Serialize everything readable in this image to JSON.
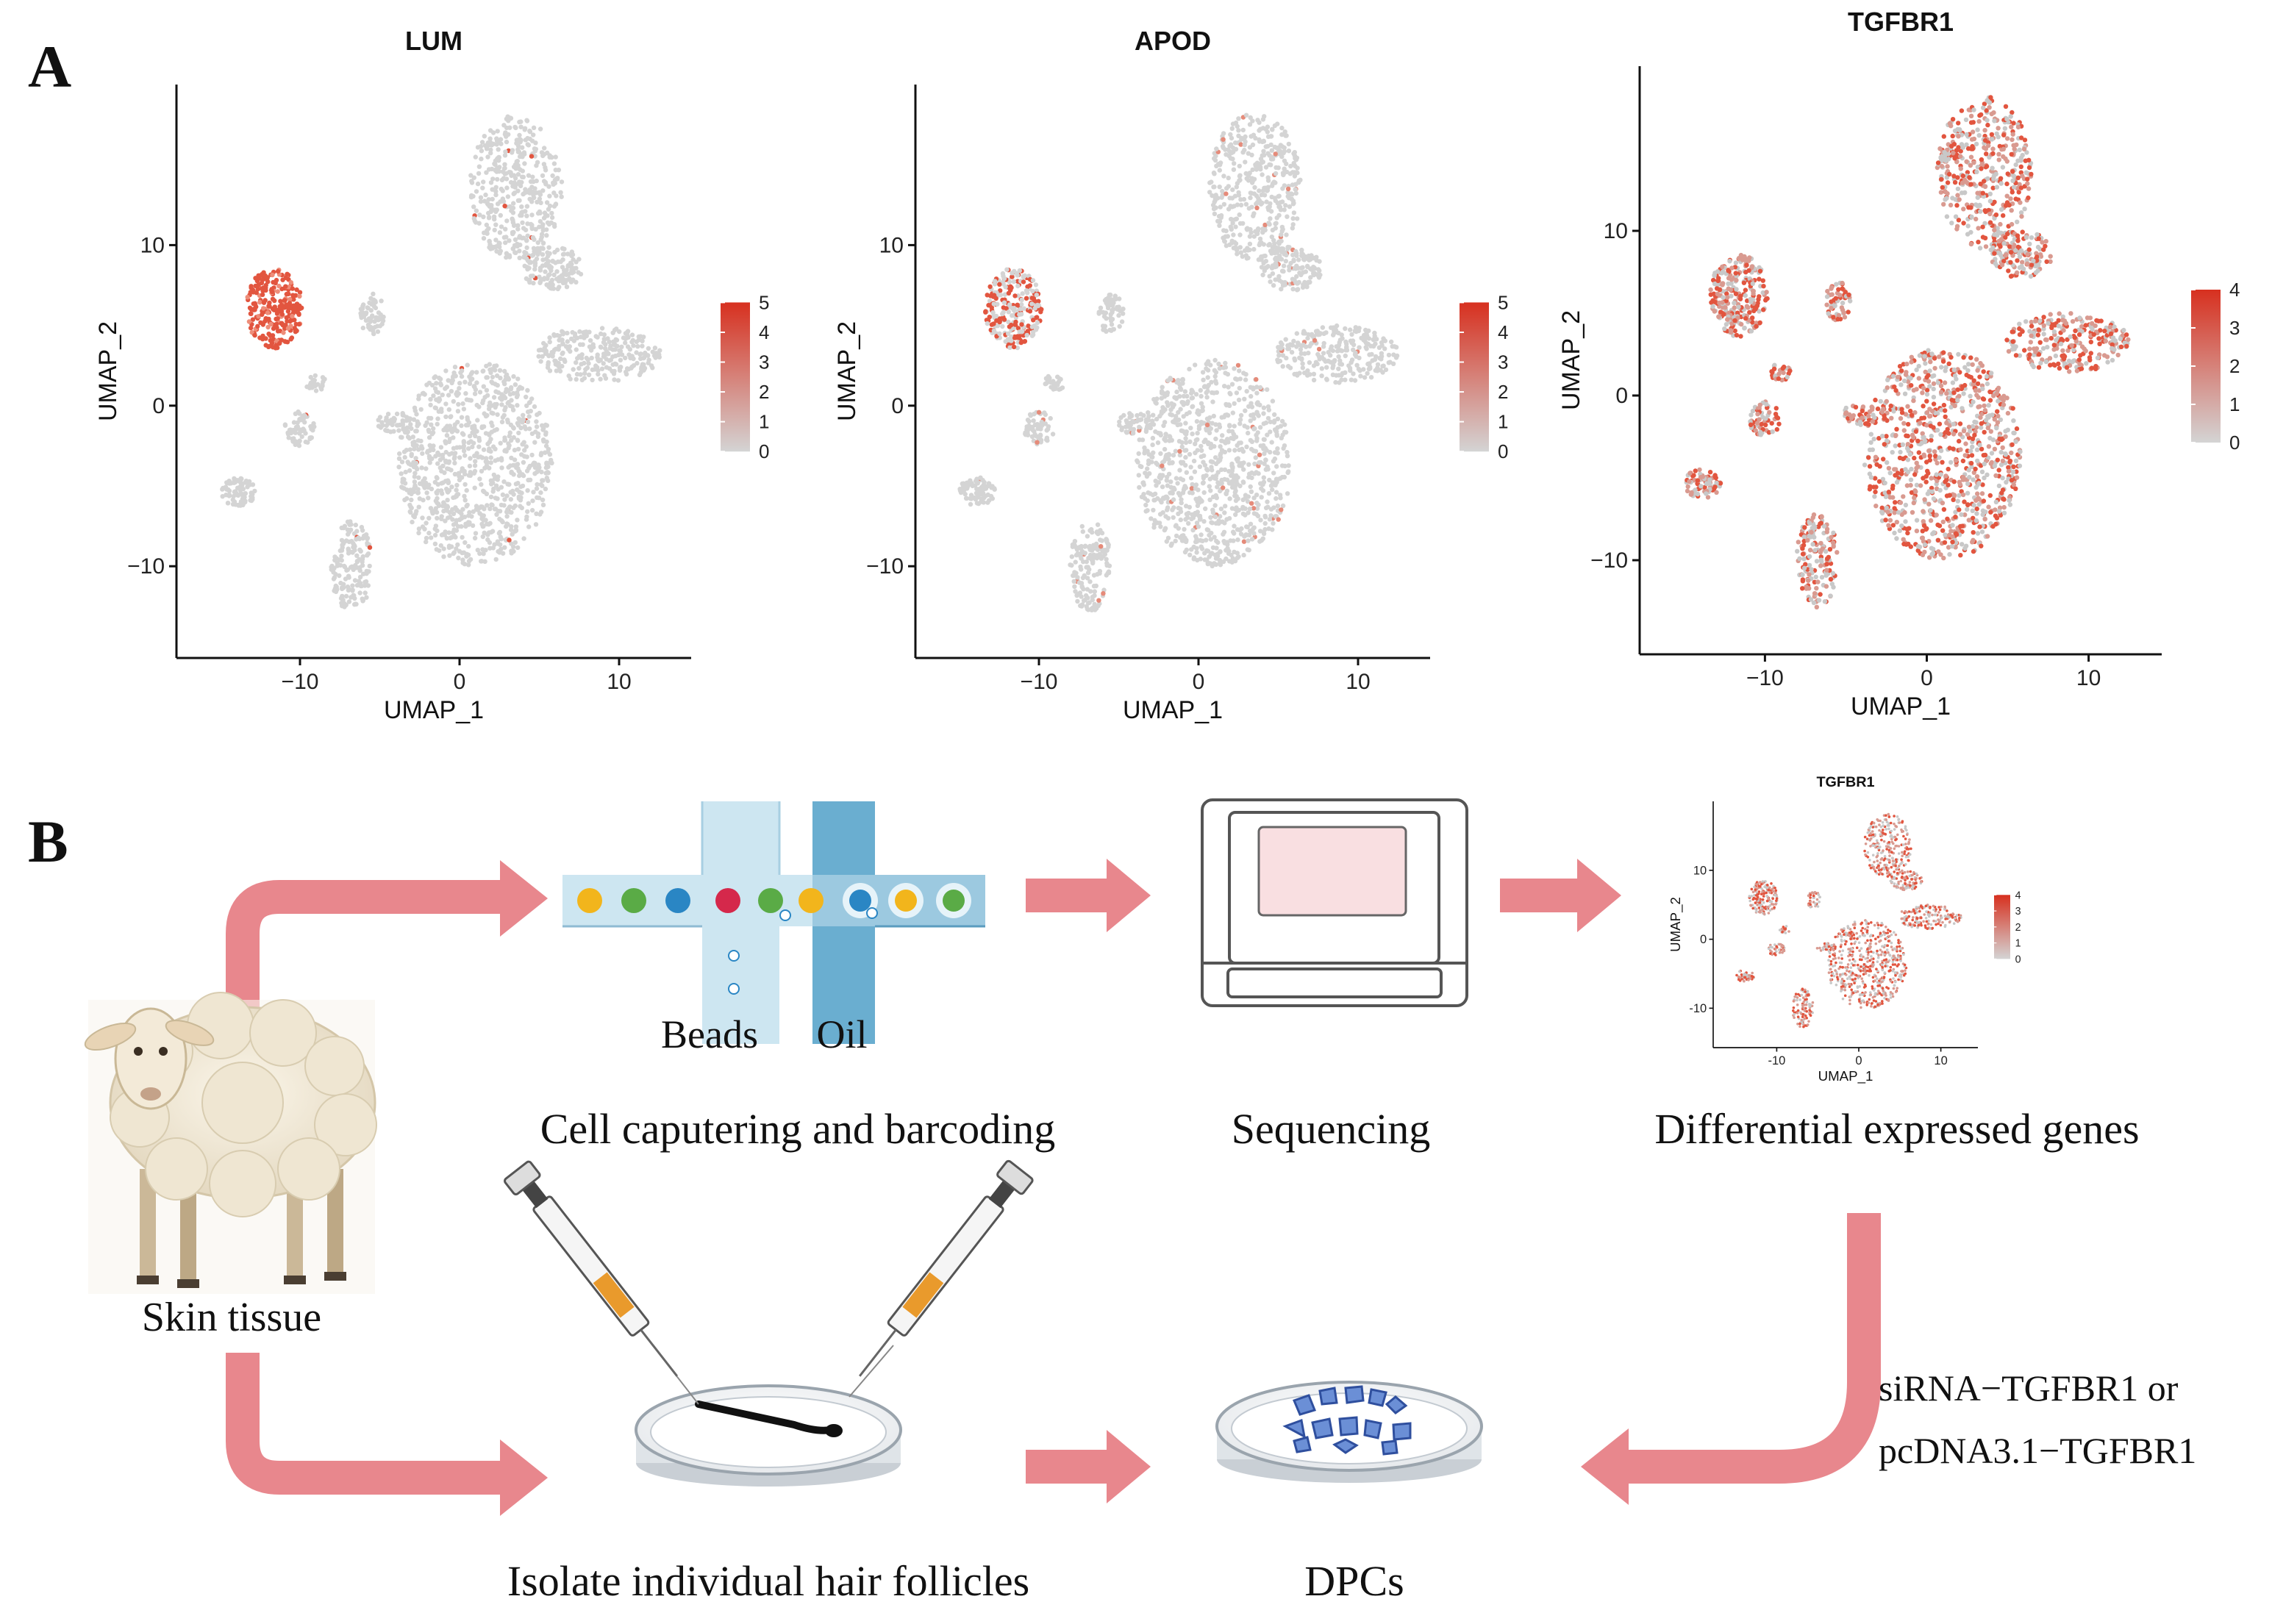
{
  "panel_a": {
    "letter": "A",
    "plots": [
      {
        "title": "LUM",
        "xlabel": "UMAP_1",
        "ylabel": "UMAP_2",
        "x_ticks": [
          "−10",
          "0",
          "10"
        ],
        "y_ticks": [
          "10",
          "0",
          "−10"
        ],
        "legend_ticks": [
          "5",
          "4",
          "3",
          "2",
          "1",
          "0"
        ],
        "legend_max": 5
      },
      {
        "title": "APOD",
        "xlabel": "UMAP_1",
        "ylabel": "UMAP_2",
        "x_ticks": [
          "−10",
          "0",
          "10"
        ],
        "y_ticks": [
          "10",
          "0",
          "−10"
        ],
        "legend_ticks": [
          "5",
          "4",
          "3",
          "2",
          "1",
          "0"
        ],
        "legend_max": 5
      },
      {
        "title": "TGFBR1",
        "xlabel": "UMAP_1",
        "ylabel": "UMAP_2",
        "x_ticks": [
          "−10",
          "0",
          "10"
        ],
        "y_ticks": [
          "10",
          "0",
          "−10"
        ],
        "legend_ticks": [
          "4",
          "3",
          "2",
          "1",
          "0"
        ],
        "legend_max": 4
      }
    ]
  },
  "panel_b": {
    "letter": "B",
    "steps": {
      "skin_tissue": "Skin tissue",
      "capture": "Cell caputering and barcoding",
      "beads": "Beads",
      "oil": "Oil",
      "sequencing": "Sequencing",
      "deg": "Differential expressed  genes",
      "isolate": "Isolate individual hair follicles",
      "dpcs": "DPCs",
      "sirna": "siRNA−TGFBR1 or",
      "pcdna": "pcDNA3.1−TGFBR1"
    },
    "mini_plot": {
      "title": "TGFBR1",
      "xlabel": "UMAP_1",
      "ylabel": "UMAP_2",
      "x_ticks": [
        "-10",
        "0",
        "10"
      ],
      "y_ticks": [
        "10",
        "0",
        "-10"
      ],
      "legend_ticks": [
        "4",
        "3",
        "2",
        "1",
        "0"
      ]
    }
  },
  "colors": {
    "arrow": "#e8878d",
    "expr_high": "#d7301f",
    "expr_low": "#d4d4d4",
    "channel_light": "#cde6f1",
    "channel_dark": "#6aaed0",
    "bead_yellow": "#f2b51c",
    "bead_green": "#5aab46",
    "bead_blue": "#2a86c4",
    "bead_red": "#d5284b"
  }
}
